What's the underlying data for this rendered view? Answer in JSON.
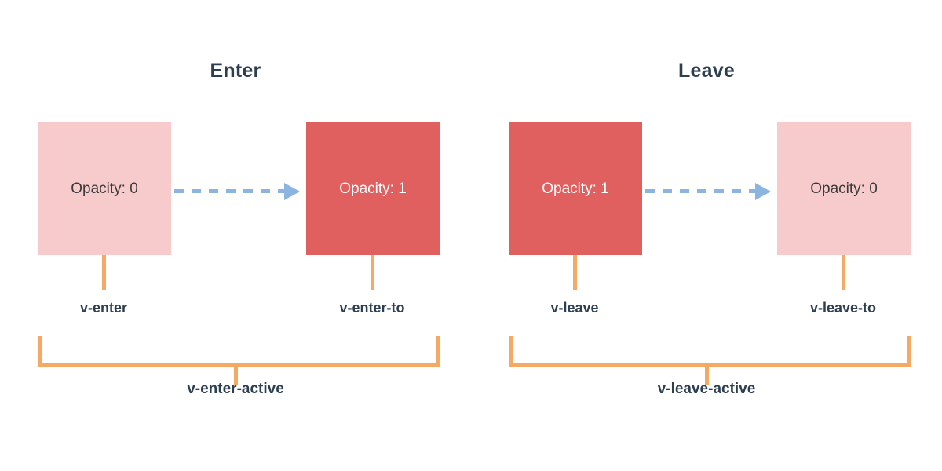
{
  "diagram": {
    "title_hidden": "",
    "colors": {
      "box_faded": "#f7cbcb",
      "box_solid": "#e06060",
      "arrow": "#8cb4e0",
      "bracket": "#f5a962",
      "text_dark": "#2c3e50",
      "background": "#ffffff"
    }
  },
  "panels": [
    {
      "title": "Enter",
      "from": {
        "box_text": "Opacity: 0",
        "box_style": "faded",
        "class_label": "v-enter"
      },
      "to": {
        "box_text": "Opacity: 1",
        "box_style": "solid",
        "class_label": "v-enter-to"
      },
      "active_label": "v-enter-active"
    },
    {
      "title": "Leave",
      "from": {
        "box_text": "Opacity: 1",
        "box_style": "solid",
        "class_label": "v-leave"
      },
      "to": {
        "box_text": "Opacity: 0",
        "box_style": "faded",
        "class_label": "v-leave-to"
      },
      "active_label": "v-leave-active"
    }
  ]
}
